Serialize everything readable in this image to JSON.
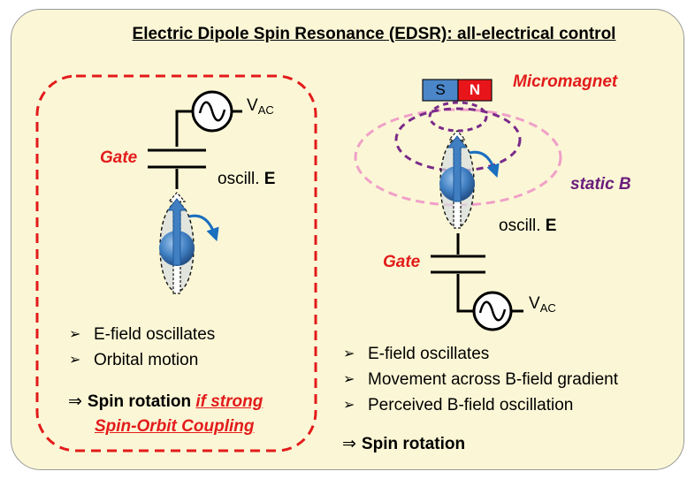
{
  "title": "Electric Dipole Spin Resonance (EDSR): all-electrical control",
  "left": {
    "gate_label": "Gate",
    "vac_main": "V",
    "vac_sub": "AC",
    "field_label": "oscill.",
    "field_symbol": "E",
    "bullets": [
      "E-field oscillates",
      "Orbital motion"
    ],
    "conclusion_arrow": "⇒",
    "conclusion_text": "Spin rotation",
    "conclusion_condition_line1": "if strong",
    "conclusion_condition_line2": "Spin-Orbit Coupling"
  },
  "right": {
    "micromagnet_label": "Micromagnet",
    "magnet_s": "S",
    "magnet_n": "N",
    "static_b_prefix": "static",
    "static_b_symbol": "B",
    "field_label": "oscill.",
    "field_symbol": "E",
    "gate_label": "Gate",
    "vac_main": "V",
    "vac_sub": "AC",
    "bullets": [
      "E-field oscillates",
      "Movement across B-field gradient",
      "Perceived B-field oscillation"
    ],
    "conclusion_arrow": "⇒",
    "conclusion_text": "Spin rotation"
  },
  "colors": {
    "background": "#fbf7d6",
    "dashed_box": "#e31b1b",
    "label_red": "#e31b1b",
    "static_b": "#6a1c7c",
    "magnet_s": "#4a86c8",
    "magnet_n": "#e8161a",
    "field_outer": "#f0a0c8",
    "field_inner": "#7a2a8a",
    "electron": "#3f7fc2",
    "spin_arrow": "#1a6fbf"
  }
}
